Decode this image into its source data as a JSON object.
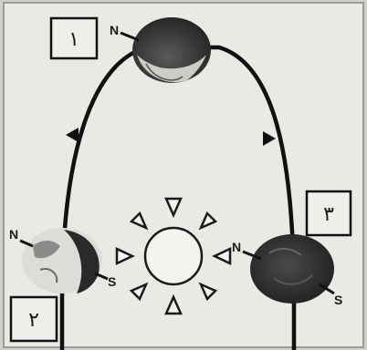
{
  "diagram": {
    "positions": [
      {
        "box_label": "١",
        "pole_n": "N",
        "pole_s": ""
      },
      {
        "box_label": "٣",
        "pole_n": "N",
        "pole_s": "S"
      },
      {
        "box_label": "٢",
        "pole_n": "N",
        "pole_s": "S"
      }
    ]
  },
  "colors": {
    "paper": "#e8e8e6",
    "ink": "#1a1a1a",
    "orbit": "#111111",
    "earth_dark": "#262626",
    "earth_light": "#d8d8d4"
  },
  "icons": [
    "sun-icon",
    "earth-icon",
    "orbit-arrow-icon"
  ]
}
